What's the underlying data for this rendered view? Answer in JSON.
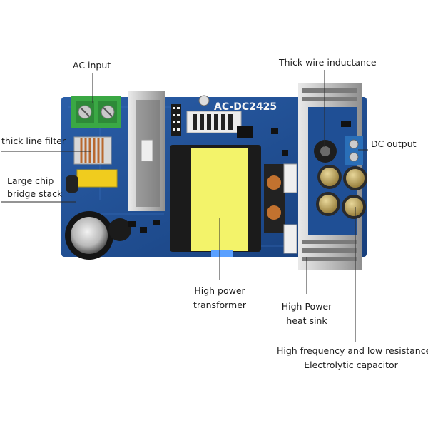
{
  "board": {
    "model_text": "AC-DC2425"
  },
  "callouts": {
    "ac_input": "AC input",
    "thick_wire_inductance": "Thick wire inductance",
    "thick_line_filter": "thick line filter",
    "dc_output": "DC output",
    "large_chip_line1": "Large chip",
    "large_chip_line2": "bridge stack",
    "transformer_line1": "High power",
    "transformer_line2": "transformer",
    "heat_sink_line1": "High Power",
    "heat_sink_line2": "heat sink",
    "capacitor_line1": "High frequency and low resistance",
    "capacitor_line2": "Electrolytic capacitor"
  },
  "colors": {
    "pcb_blue": "#1f4f95",
    "terminal_green": "#3aa844",
    "terminal_blue": "#2a6fb8",
    "transformer_yellow": "#f3f36a",
    "heatsink_silver": "#cfcfcf",
    "capacitor_gold": "#b79a4e"
  }
}
